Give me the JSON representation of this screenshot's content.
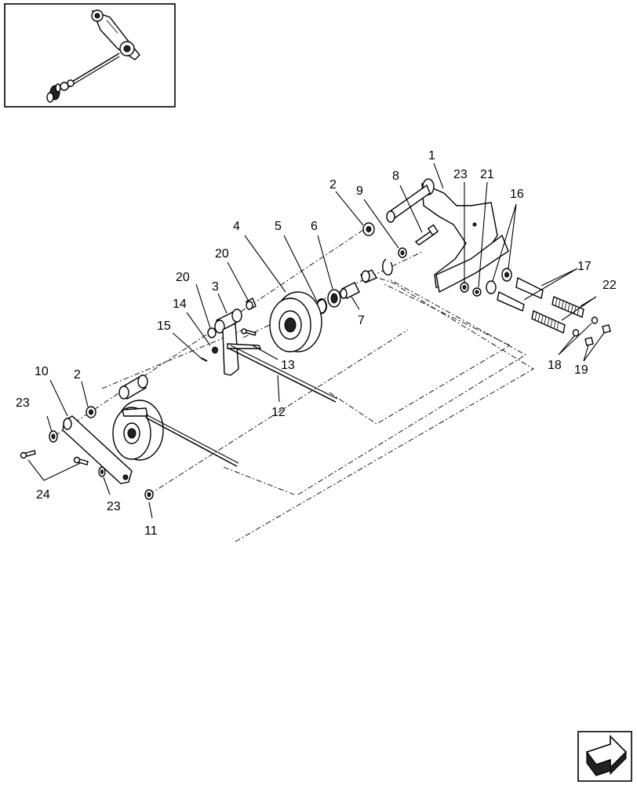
{
  "diagram": {
    "callouts": [
      {
        "id": "c1",
        "text": "1"
      },
      {
        "id": "c2a",
        "text": "2"
      },
      {
        "id": "c2b",
        "text": "2"
      },
      {
        "id": "c3",
        "text": "3"
      },
      {
        "id": "c4",
        "text": "4"
      },
      {
        "id": "c5",
        "text": "5"
      },
      {
        "id": "c6",
        "text": "6"
      },
      {
        "id": "c7",
        "text": "7"
      },
      {
        "id": "c8",
        "text": "8"
      },
      {
        "id": "c9",
        "text": "9"
      },
      {
        "id": "c10",
        "text": "10"
      },
      {
        "id": "c11",
        "text": "11"
      },
      {
        "id": "c12",
        "text": "12"
      },
      {
        "id": "c13",
        "text": "13"
      },
      {
        "id": "c14",
        "text": "14"
      },
      {
        "id": "c15",
        "text": "15"
      },
      {
        "id": "c16",
        "text": "16"
      },
      {
        "id": "c17",
        "text": "17"
      },
      {
        "id": "c18",
        "text": "18"
      },
      {
        "id": "c19",
        "text": "19"
      },
      {
        "id": "c20a",
        "text": "20"
      },
      {
        "id": "c20b",
        "text": "20"
      },
      {
        "id": "c21",
        "text": "21"
      },
      {
        "id": "c22",
        "text": "22"
      },
      {
        "id": "c23a",
        "text": "23"
      },
      {
        "id": "c23b",
        "text": "23"
      },
      {
        "id": "c23c",
        "text": "23"
      },
      {
        "id": "c24",
        "text": "24"
      }
    ]
  },
  "icons": {
    "locator": "locator-thumbnail-icon",
    "nav": "next-page-arrow-icon"
  }
}
